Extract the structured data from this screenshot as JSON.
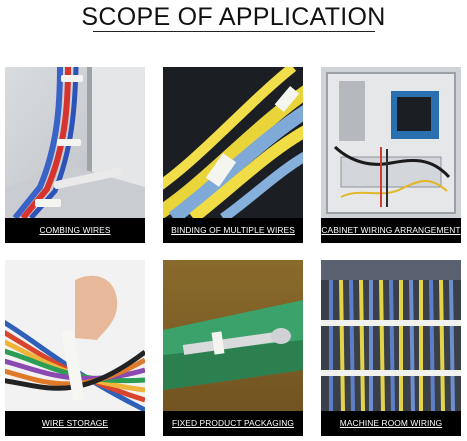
{
  "title": "SCOPE OF APPLICATION",
  "tiles": [
    {
      "caption": "COMBING WIRES"
    },
    {
      "caption": "BINDING OF MULTIPLE WIRES"
    },
    {
      "caption": "CABINET WIRING ARRANGEMENT"
    },
    {
      "caption": "WIRE STORAGE"
    },
    {
      "caption": "FIXED PRODUCT PACKAGING"
    },
    {
      "caption": "MACHINE ROOM WIRING"
    }
  ],
  "icons": {
    "tile_1": "cable-tie-combing-photo",
    "tile_2": "cable-tie-bundle-photo",
    "tile_3": "computer-case-wiring-photo",
    "tile_4": "wire-bundle-hand-photo",
    "tile_5": "packaged-tool-photo",
    "tile_6": "server-rack-cables-photo"
  }
}
